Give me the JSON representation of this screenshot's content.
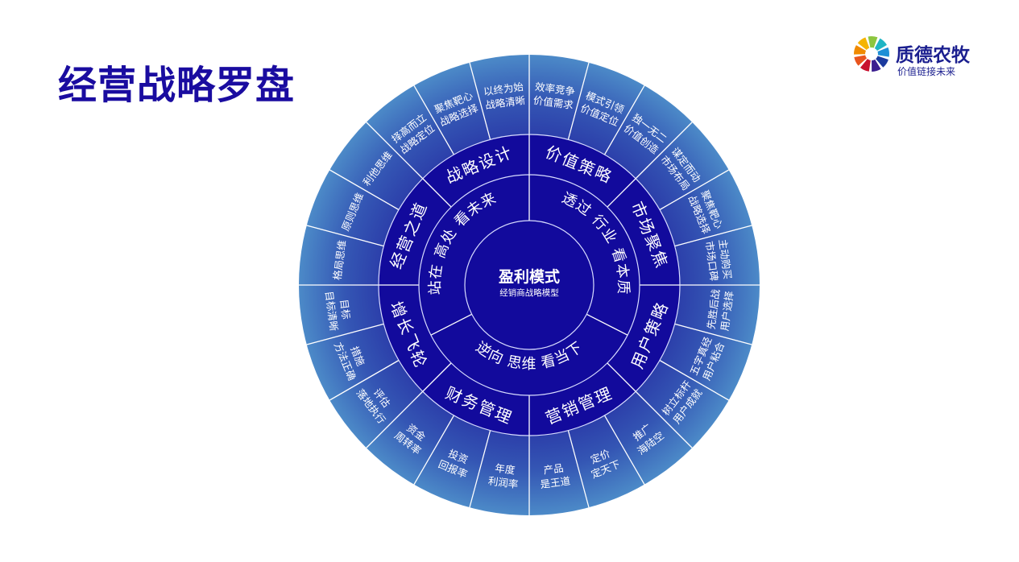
{
  "page": {
    "title": "经营战略罗盘"
  },
  "logo": {
    "name": "质德农牧",
    "slogan": "价值链接未来",
    "petal_colors": [
      "#f5b400",
      "#8cc63f",
      "#1fb5c4",
      "#1e8fd6",
      "#1b3a9e",
      "#3a1d8f",
      "#c8102e",
      "#e8541e",
      "#f08a00"
    ]
  },
  "colors": {
    "title": "#1a0ca0",
    "inner_fill": "#120a9c",
    "outer_gradient_light": "#4a88c8",
    "outer_gradient_dark": "#2a3faa",
    "divider": "#ffffff"
  },
  "center": {
    "title": "盈利模式",
    "subtitle": "经销商战略模型"
  },
  "inner_ring": [
    {
      "label": "站在 高处 看未来"
    },
    {
      "label": "透过 行业 看本质"
    },
    {
      "label": "逆向 思维 看当下"
    }
  ],
  "middle_ring": [
    {
      "label": "价值策略"
    },
    {
      "label": "市场聚焦"
    },
    {
      "label": "用户策略"
    },
    {
      "label": "营销管理"
    },
    {
      "label": "财务管理"
    },
    {
      "label": "增长飞轮"
    },
    {
      "label": "经营之道"
    },
    {
      "label": "战略设计"
    }
  ],
  "outer_ring": [
    {
      "line1": "效率竞争",
      "line2": "价值需求"
    },
    {
      "line1": "模式引领",
      "line2": "价值定位"
    },
    {
      "line1": "独一无二",
      "line2": "价值创造"
    },
    {
      "line1": "谋定而动",
      "line2": "市场布局"
    },
    {
      "line1": "聚焦靶心",
      "line2": "战略选择"
    },
    {
      "line1": "主动购买",
      "line2": "市场口碑"
    },
    {
      "line1": "先胜后战",
      "line2": "用户选择"
    },
    {
      "line1": "五字真经",
      "line2": "用户粘合"
    },
    {
      "line1": "树立标杆",
      "line2": "用户成就"
    },
    {
      "line1": "推广",
      "line2": "海陆空"
    },
    {
      "line1": "定价",
      "line2": "定天下"
    },
    {
      "line1": "产品",
      "line2": "是王道"
    },
    {
      "line1": "年度",
      "line2": "利润率"
    },
    {
      "line1": "投资",
      "line2": "回报率"
    },
    {
      "line1": "资金",
      "line2": "周转率"
    },
    {
      "line1": "评估",
      "line2": "落地执行"
    },
    {
      "line1": "措施",
      "line2": "方法正确"
    },
    {
      "line1": "目标",
      "line2": "目标清晰"
    },
    {
      "line1": "格局思维",
      "line2": ""
    },
    {
      "line1": "原则思维",
      "line2": ""
    },
    {
      "line1": "利他思维",
      "line2": ""
    },
    {
      "line1": "择高而立",
      "line2": "战略定位"
    },
    {
      "line1": "聚焦靶心",
      "line2": "战略选择"
    },
    {
      "line1": "以终为始",
      "line2": "战略清晰"
    }
  ]
}
